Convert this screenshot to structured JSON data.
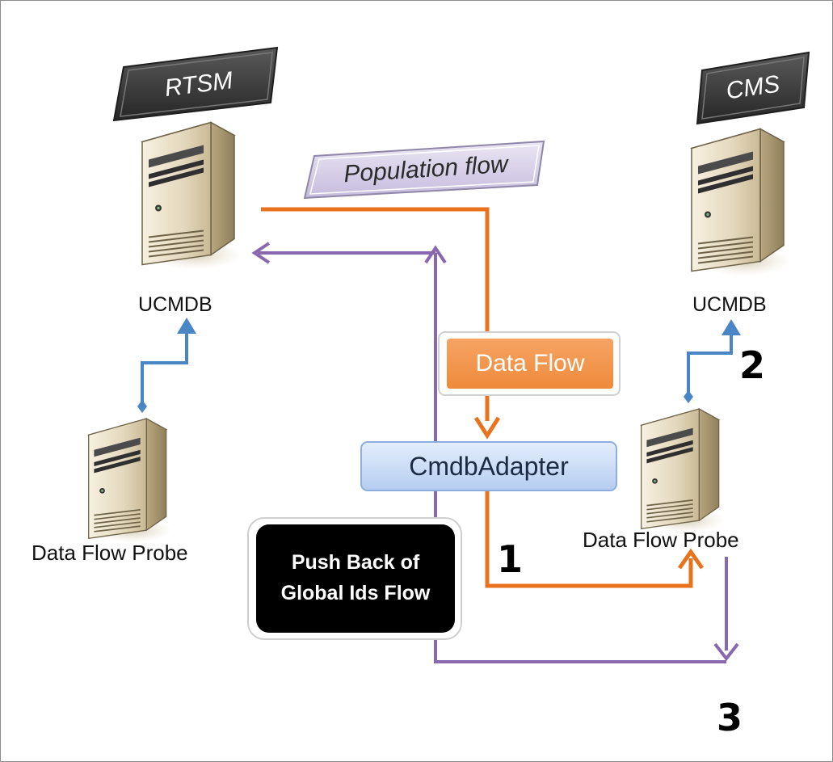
{
  "badges": {
    "rtsm": "RTSM",
    "cms": "CMS",
    "population_flow": "Population flow"
  },
  "servers": {
    "left_ucmdb": "UCMDB",
    "right_ucmdb": "UCMDB",
    "left_probe": "Data Flow Probe",
    "right_probe": "Data Flow Probe"
  },
  "boxes": {
    "data_flow": "Data Flow",
    "cmdb_adapter": "CmdbAdapter",
    "push_back": "Push Back of Global Ids Flow"
  },
  "steps": {
    "one": "1",
    "two": "2",
    "three": "3"
  },
  "colors": {
    "orange_flow": "#e8731e",
    "purple_flow": "#8a68b0",
    "blue_flow": "#4a86c5",
    "badge_dark": "#3c3c3c",
    "badge_lavender": "#d9d2ea",
    "data_flow_box": "#f0934a",
    "adapter_box": "#c7daf5",
    "push_back_box": "#000000"
  },
  "icons": [
    "server-icon",
    "slanted-badge",
    "arrow-head"
  ]
}
